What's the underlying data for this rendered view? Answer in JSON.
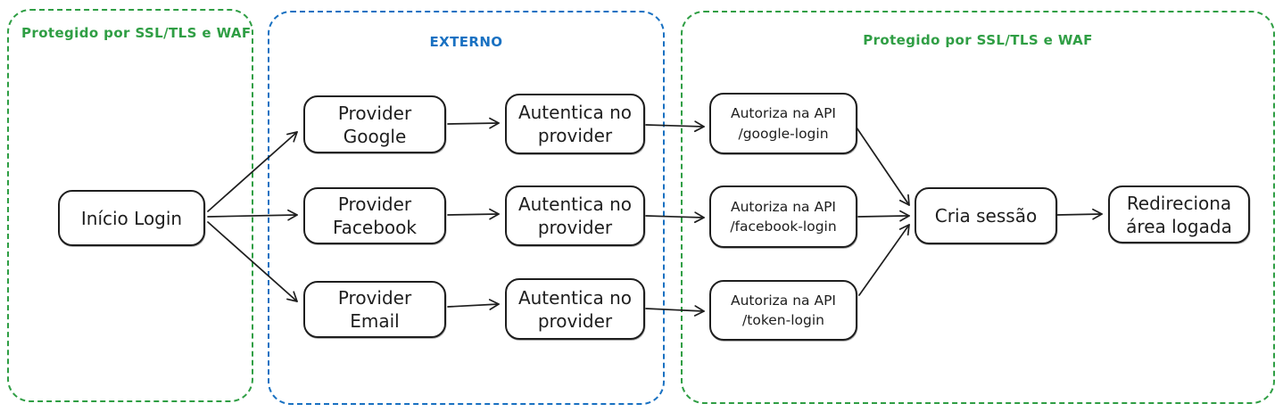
{
  "diagram": {
    "colors": {
      "zone_green": "#2f9e44",
      "zone_blue": "#1971c2",
      "node_stroke": "#1e1e1e",
      "background": "#ffffff"
    },
    "zones": [
      {
        "id": "zone-protected-left",
        "label": "Protegido por SSL/TLS e WAF",
        "color": "#2f9e44"
      },
      {
        "id": "zone-externo",
        "label": "EXTERNO",
        "color": "#1971c2"
      },
      {
        "id": "zone-protected-right",
        "label": "Protegido por SSL/TLS e WAF",
        "color": "#2f9e44"
      }
    ],
    "nodes": [
      {
        "id": "inicio-login",
        "text": "Início Login"
      },
      {
        "id": "provider-google",
        "text": "Provider\nGoogle"
      },
      {
        "id": "autentica-provider-google",
        "text": "Autentica no\nprovider"
      },
      {
        "id": "provider-facebook",
        "text": "Provider\nFacebook"
      },
      {
        "id": "autentica-provider-facebook",
        "text": "Autentica no\nprovider"
      },
      {
        "id": "provider-email",
        "text": "Provider\nEmail"
      },
      {
        "id": "autentica-provider-email",
        "text": "Autentica no\nprovider"
      },
      {
        "id": "api-google-login",
        "text": "Autoriza na API\n/google-login"
      },
      {
        "id": "api-facebook-login",
        "text": "Autoriza na API\n/facebook-login"
      },
      {
        "id": "api-token-login",
        "text": "Autoriza na API\n/token-login"
      },
      {
        "id": "cria-sessao",
        "text": "Cria sessão"
      },
      {
        "id": "redireciona-area-logada",
        "text": "Redireciona\nárea logada"
      }
    ],
    "edges": [
      {
        "from": "inicio-login",
        "to": "provider-google"
      },
      {
        "from": "inicio-login",
        "to": "provider-facebook"
      },
      {
        "from": "inicio-login",
        "to": "provider-email"
      },
      {
        "from": "provider-google",
        "to": "autentica-provider-google"
      },
      {
        "from": "provider-facebook",
        "to": "autentica-provider-facebook"
      },
      {
        "from": "provider-email",
        "to": "autentica-provider-email"
      },
      {
        "from": "autentica-provider-google",
        "to": "api-google-login"
      },
      {
        "from": "autentica-provider-facebook",
        "to": "api-facebook-login"
      },
      {
        "from": "autentica-provider-email",
        "to": "api-token-login"
      },
      {
        "from": "api-google-login",
        "to": "cria-sessao"
      },
      {
        "from": "api-facebook-login",
        "to": "cria-sessao"
      },
      {
        "from": "api-token-login",
        "to": "cria-sessao"
      },
      {
        "from": "cria-sessao",
        "to": "redireciona-area-logada"
      }
    ]
  }
}
